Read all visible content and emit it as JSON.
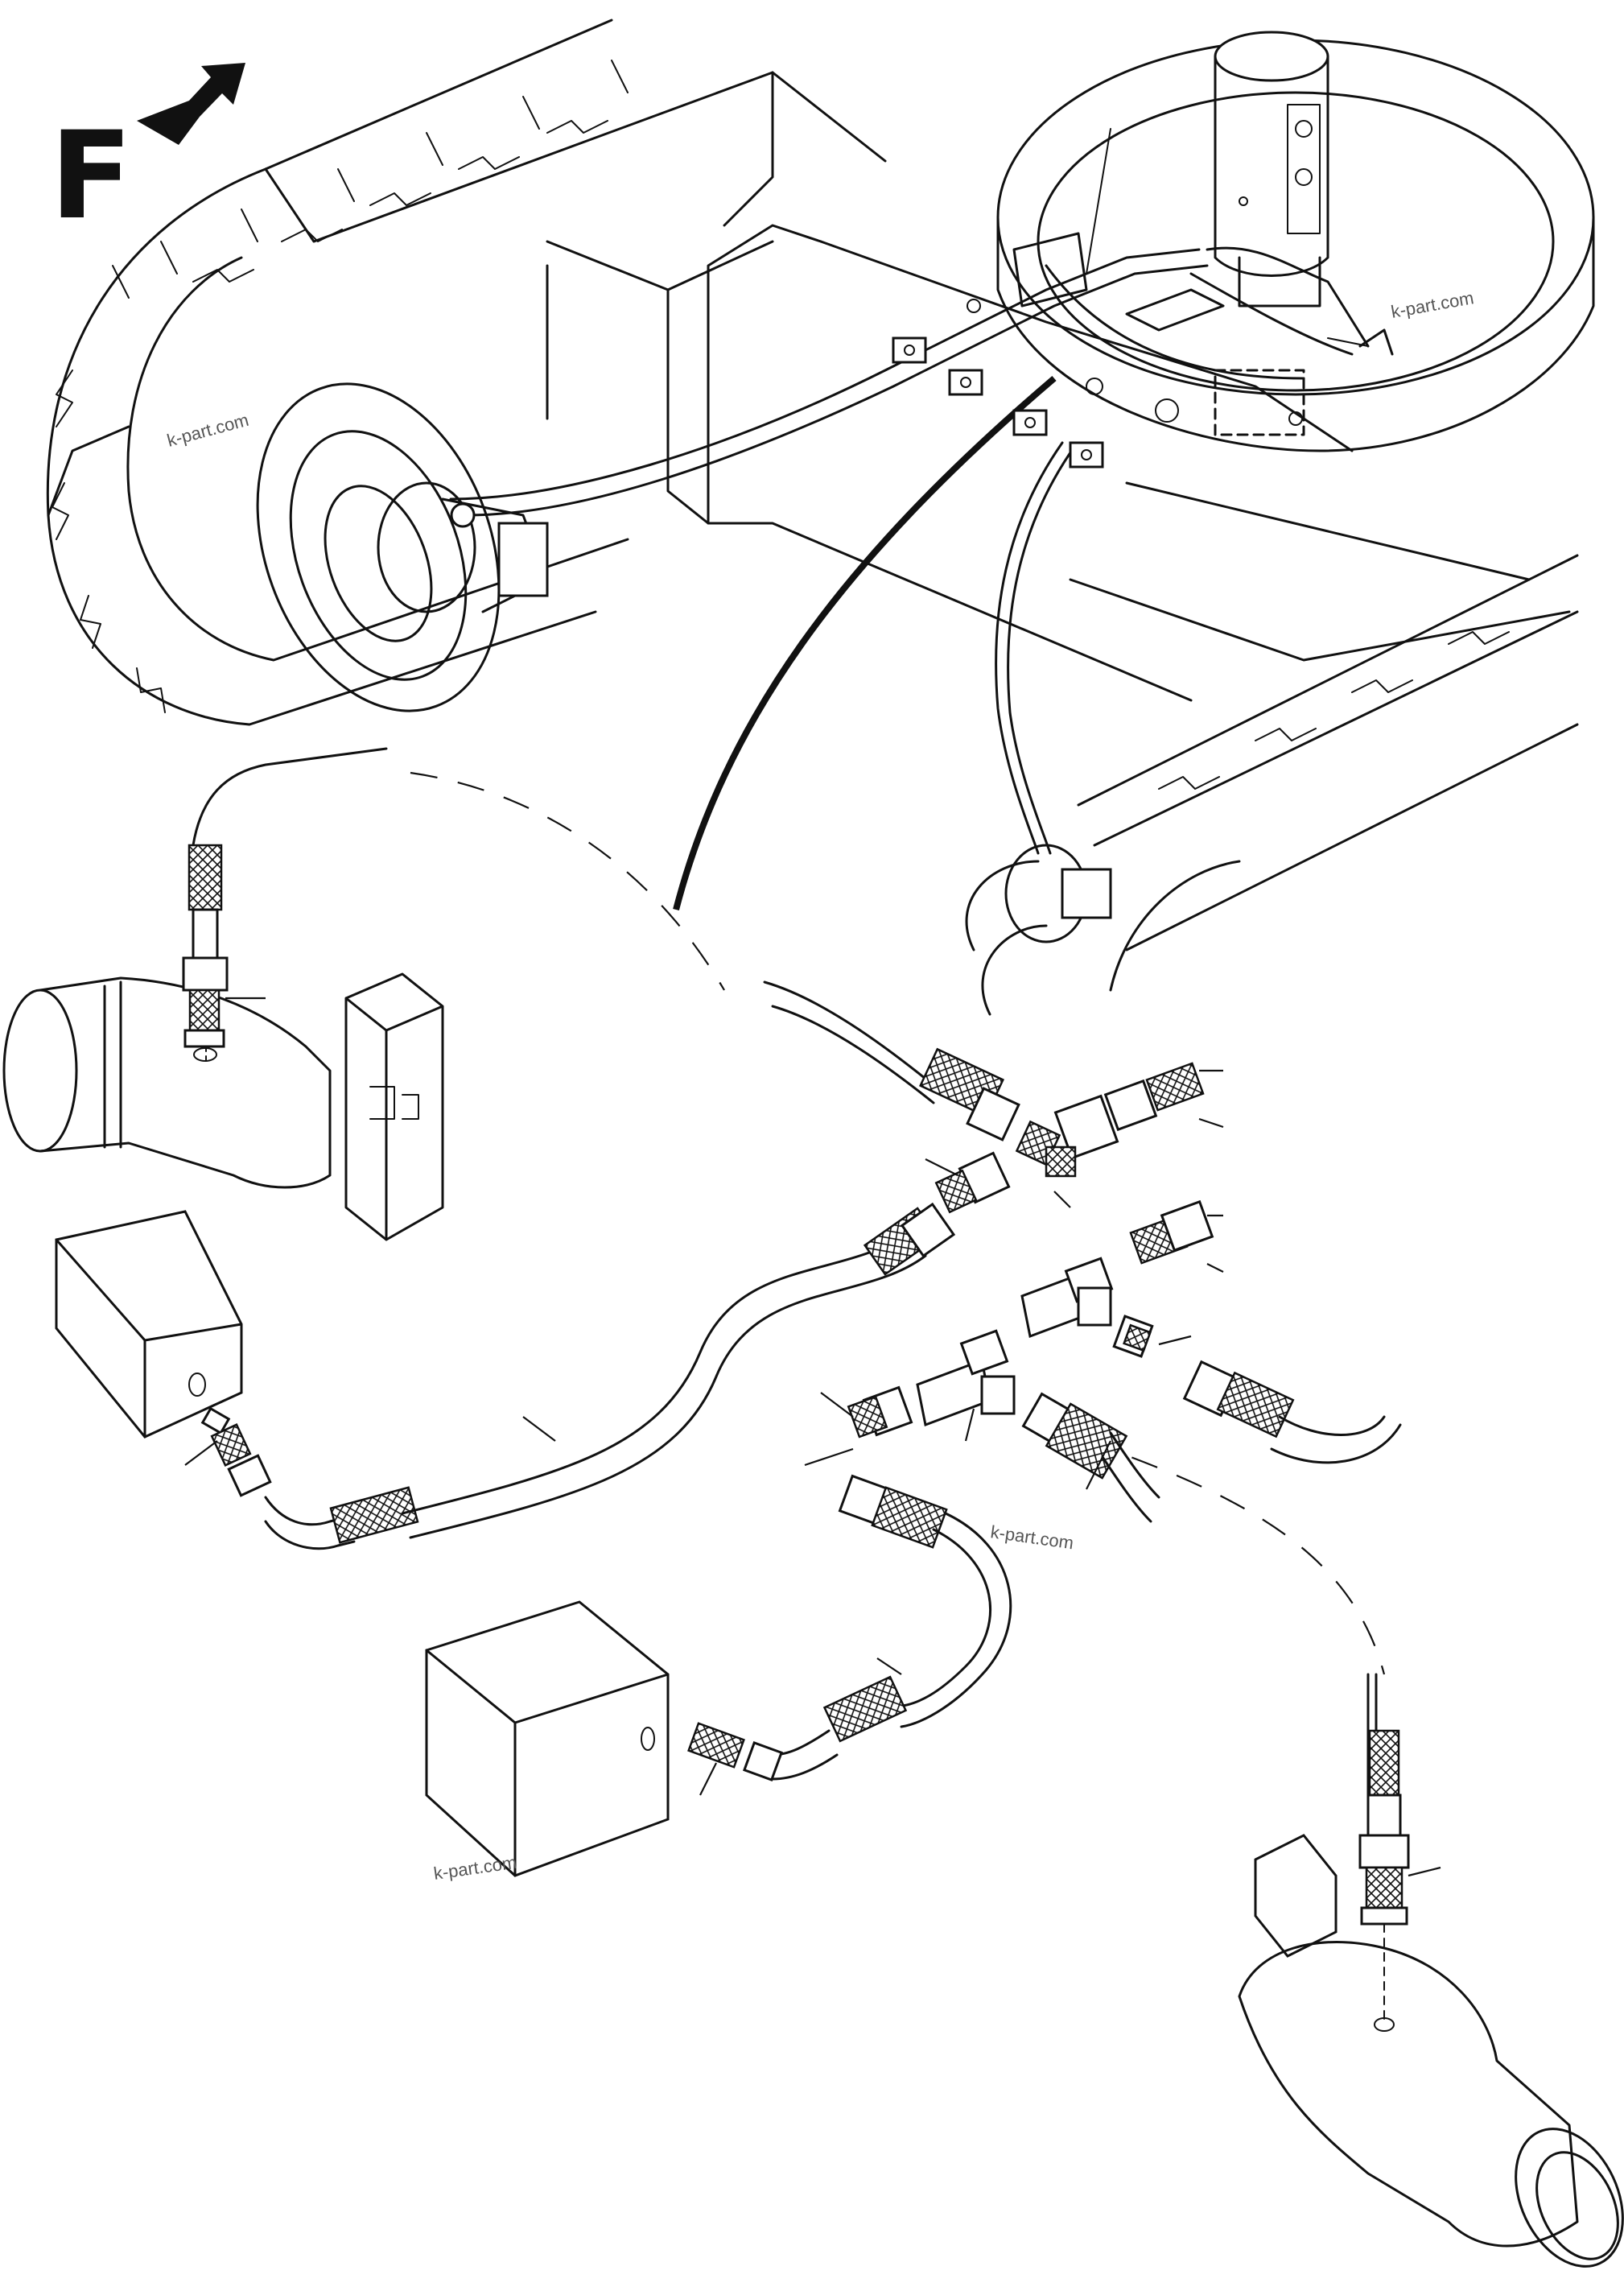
{
  "diagram": {
    "direction_letter": "F",
    "watermarks": [
      "k-part.com",
      "k-part.com",
      "k-part.com",
      "k-part.com"
    ]
  }
}
